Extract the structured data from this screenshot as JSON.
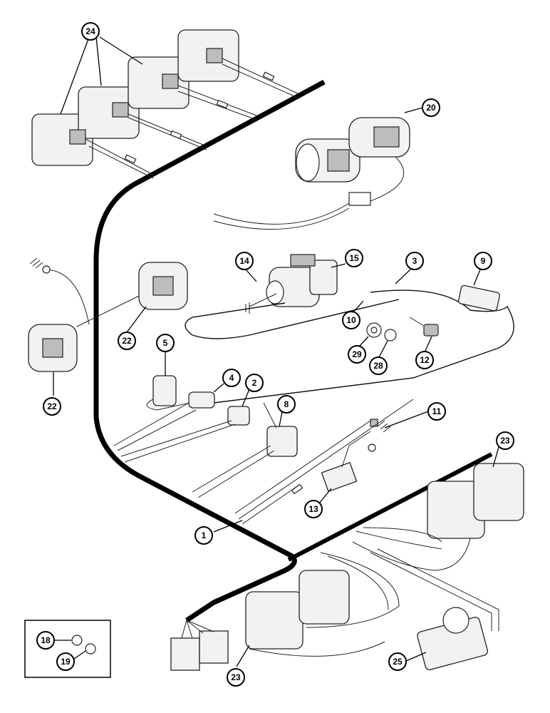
{
  "figure": {
    "description_colors": {
      "ink": "#000000",
      "paper": "#ffffff",
      "part_fill": "#f2f2f2"
    },
    "callouts": [
      {
        "id": "c24",
        "label": "24"
      },
      {
        "id": "c20",
        "label": "20"
      },
      {
        "id": "c14",
        "label": "14"
      },
      {
        "id": "c15",
        "label": "15"
      },
      {
        "id": "c3",
        "label": "3"
      },
      {
        "id": "c9",
        "label": "9"
      },
      {
        "id": "c10",
        "label": "10"
      },
      {
        "id": "c22a",
        "label": "22"
      },
      {
        "id": "c22b",
        "label": "22"
      },
      {
        "id": "c5",
        "label": "5"
      },
      {
        "id": "c29",
        "label": "29"
      },
      {
        "id": "c28",
        "label": "28"
      },
      {
        "id": "c12",
        "label": "12"
      },
      {
        "id": "c4",
        "label": "4"
      },
      {
        "id": "c2",
        "label": "2"
      },
      {
        "id": "c8",
        "label": "8"
      },
      {
        "id": "c11",
        "label": "11"
      },
      {
        "id": "c23a",
        "label": "23"
      },
      {
        "id": "c13",
        "label": "13"
      },
      {
        "id": "c1",
        "label": "1"
      },
      {
        "id": "c18",
        "label": "18"
      },
      {
        "id": "c19",
        "label": "19"
      },
      {
        "id": "c23b",
        "label": "23"
      },
      {
        "id": "c25",
        "label": "25"
      }
    ]
  }
}
